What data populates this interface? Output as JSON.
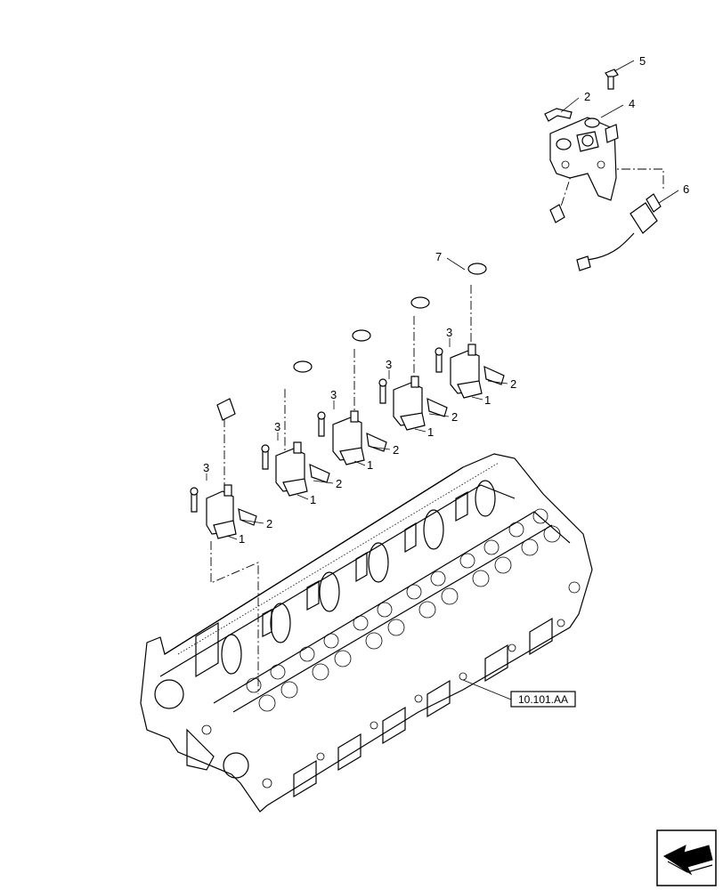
{
  "callouts": {
    "injector": "1",
    "clamp": "2",
    "screw": "3",
    "pump": "4",
    "bolt": "5",
    "sensor": "6",
    "fuel_rail": "7"
  },
  "reference_label": "10.101.AA"
}
